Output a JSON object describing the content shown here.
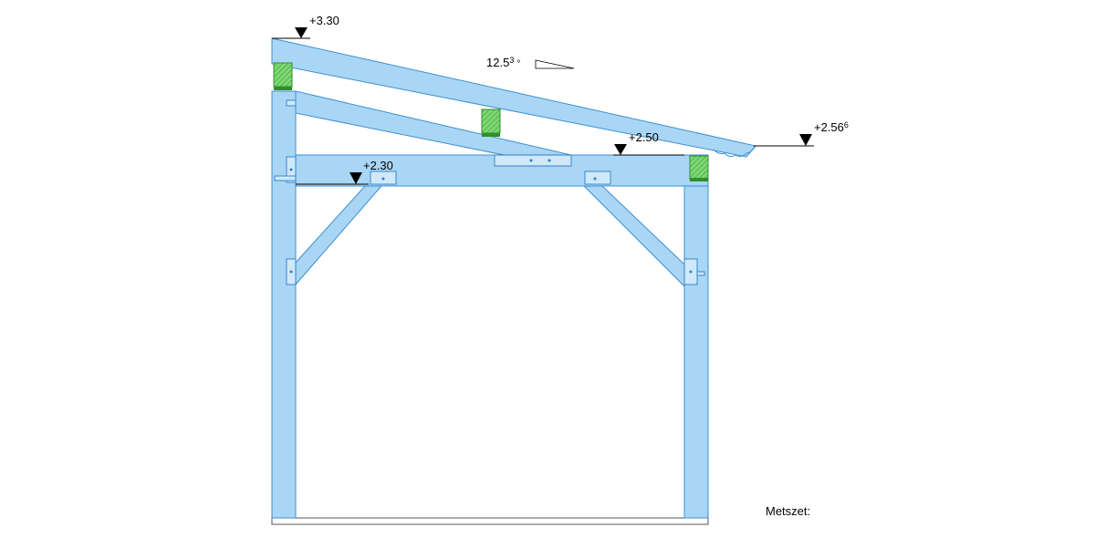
{
  "section": {
    "caption": "Metszet:"
  },
  "levels": [
    {
      "value": "+3.30",
      "sup": ""
    },
    {
      "value": "+2.50",
      "sup": ""
    },
    {
      "value": "+2.30",
      "sup": ""
    },
    {
      "value": "+2.56",
      "sup": "6"
    }
  ],
  "slope": {
    "base": "12.5",
    "sup": "3",
    "unit": "°"
  },
  "colors": {
    "timber_fill": "#a9d6f5",
    "timber_stroke": "#3d8fd0",
    "purlin_fill": "#76d46a",
    "purlin_stroke": "#2f8f2a"
  }
}
